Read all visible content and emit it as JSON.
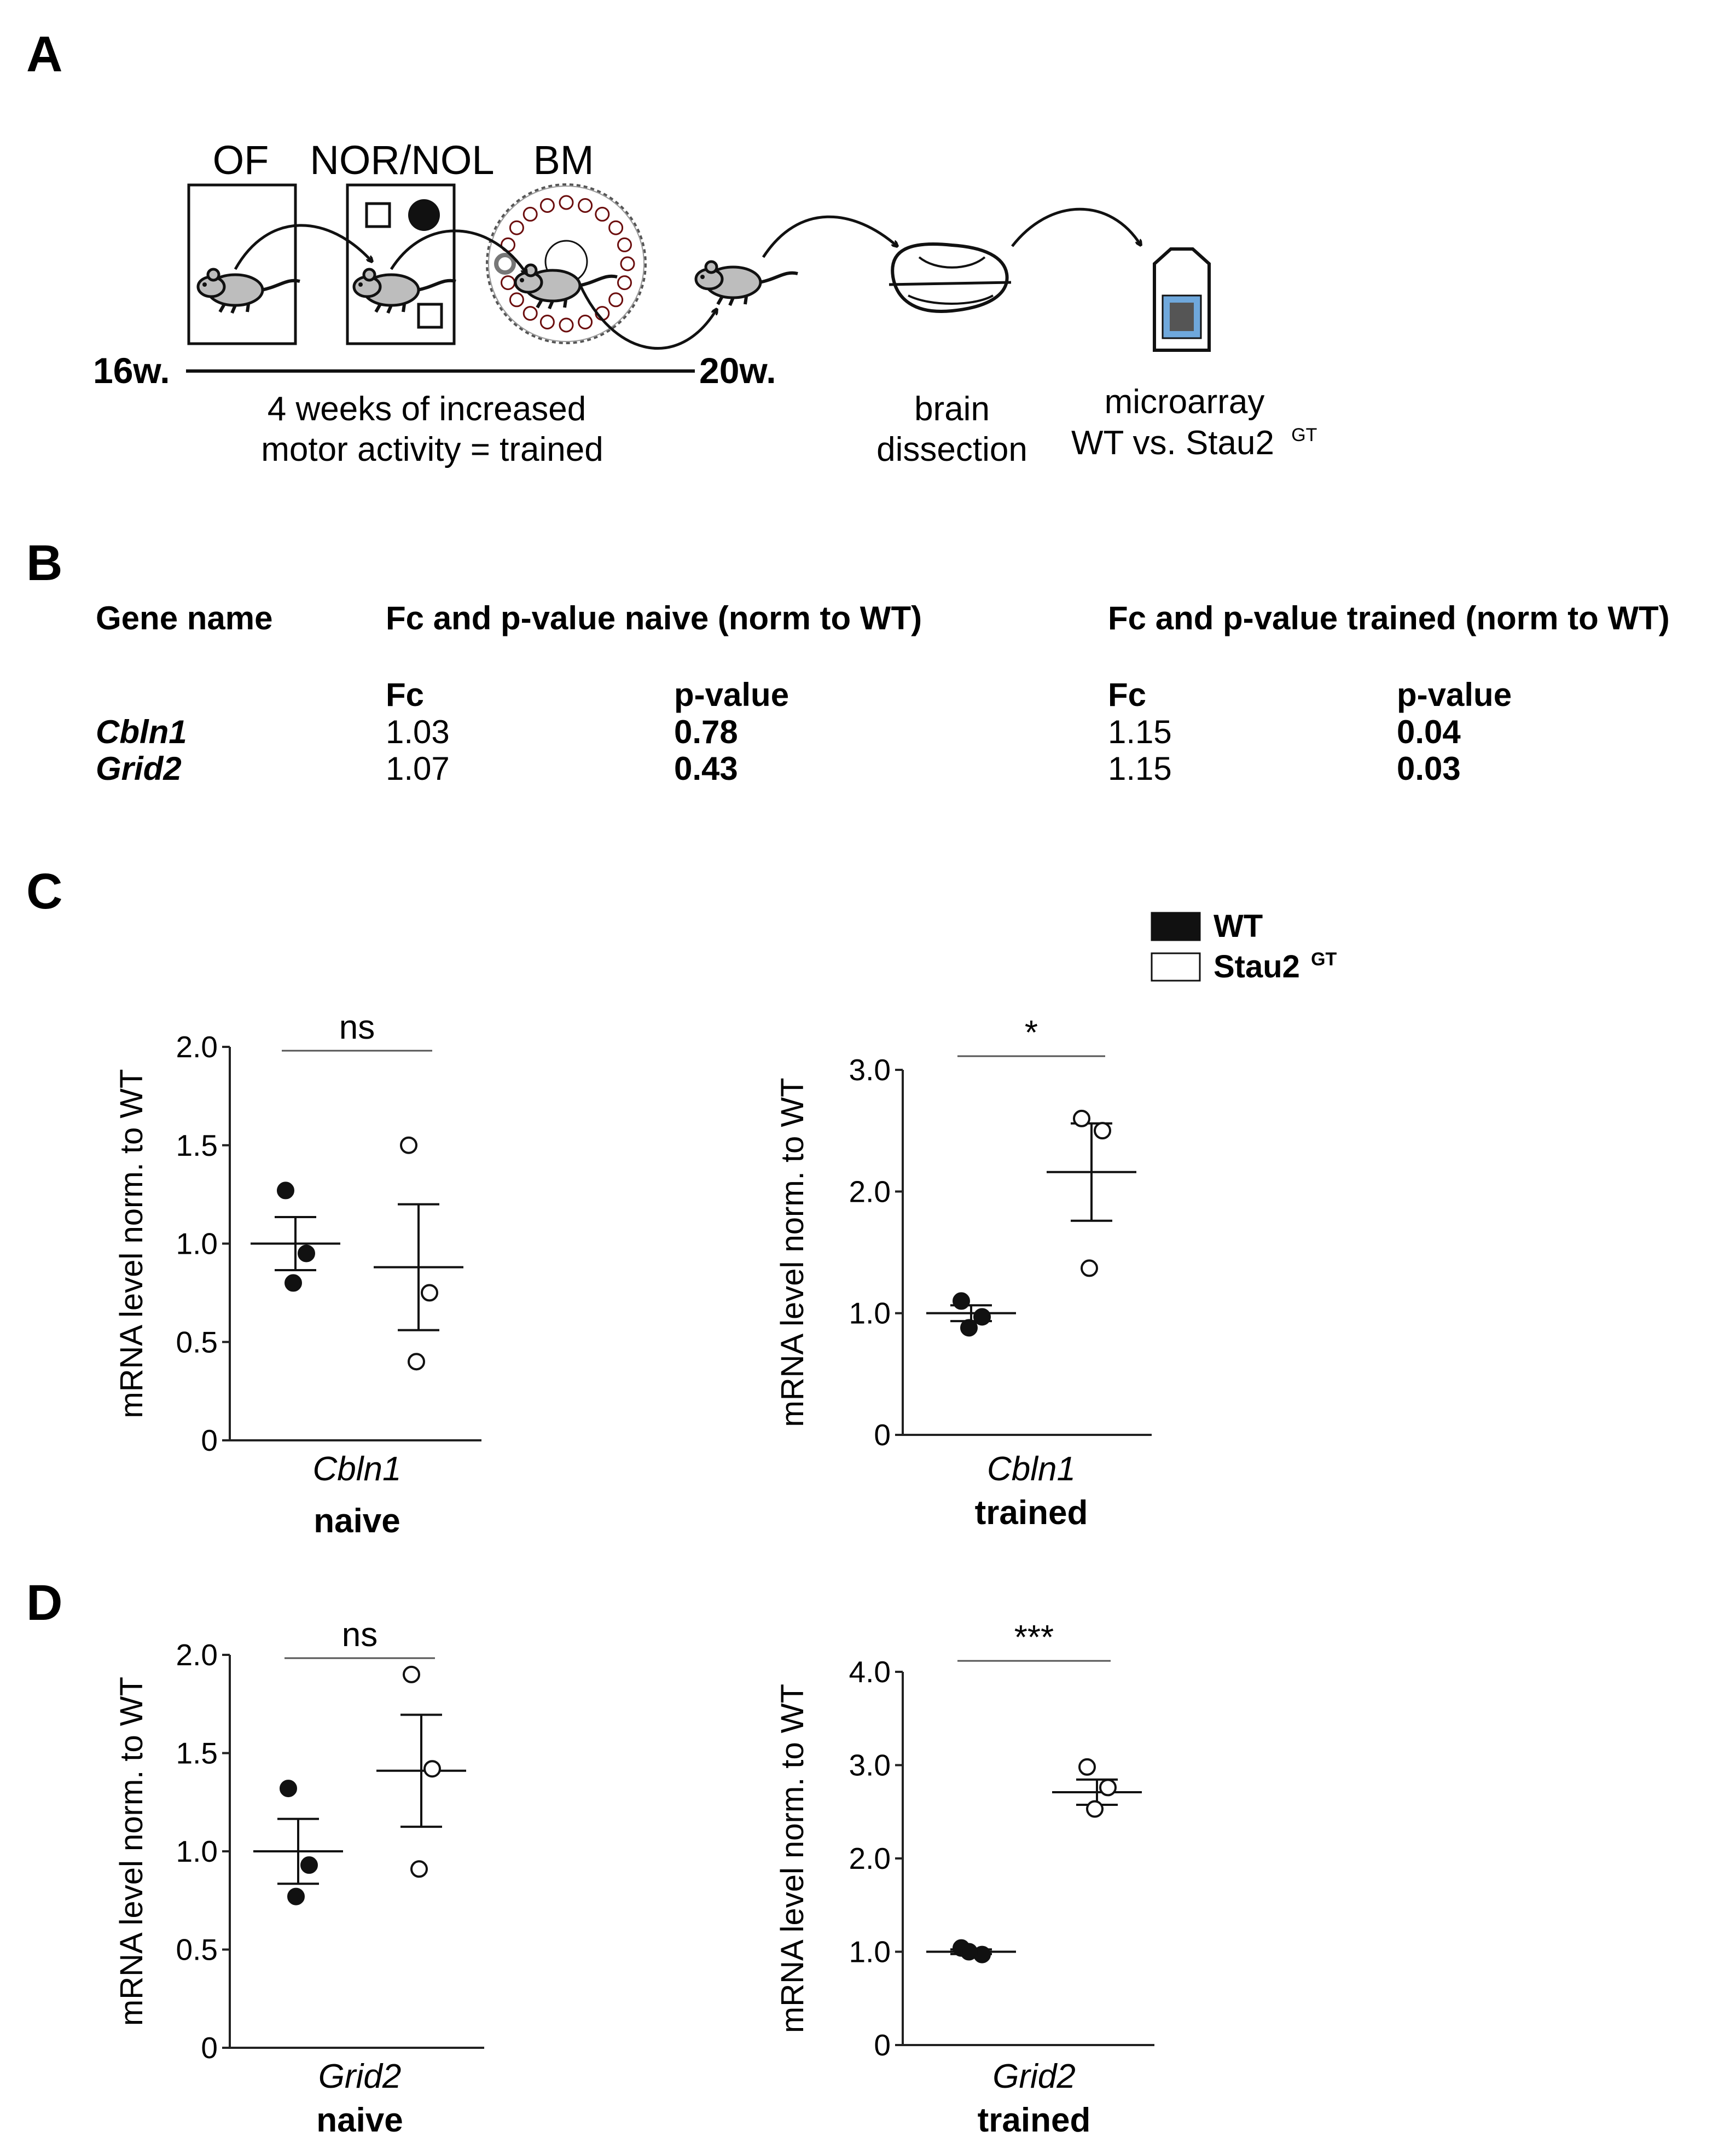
{
  "panels": {
    "a": "A",
    "b": "B",
    "c": "C",
    "d": "D"
  },
  "schematic": {
    "labels": [
      "OF",
      "NOR/NOL",
      "BM"
    ],
    "start_week": "16w.",
    "end_week": "20w.",
    "training_line1": "4 weeks of increased",
    "training_line2": "motor activity = trained",
    "brain_line1": "brain",
    "brain_line2": "dissection",
    "array_line1": "microarray",
    "array_line2": "WT vs. Stau2",
    "array_sup": "GT"
  },
  "table": {
    "col_gene": "Gene name",
    "group_naive": "Fc and p-value naive (norm to WT)",
    "group_trained": "Fc and p-value trained (norm to WT)",
    "sub_fc": "Fc",
    "sub_p": "p-value",
    "rows": [
      {
        "gene": "Cbln1",
        "fc_naive": "1.03",
        "p_naive": "0.78",
        "fc_trained": "1.15",
        "p_trained": "0.04"
      },
      {
        "gene": "Grid2",
        "fc_naive": "1.07",
        "p_naive": "0.43",
        "fc_trained": "1.15",
        "p_trained": "0.03"
      }
    ]
  },
  "legend": {
    "wt": "WT",
    "stau2": "Stau2",
    "stau2_sup": "GT"
  },
  "colors": {
    "wt_fill": "#111111",
    "stau2_fill": "#ffffff",
    "axis": "#222222",
    "mouse": "#bdbdbd"
  },
  "chart_data": [
    {
      "id": "c-naive",
      "type": "scatter",
      "ylabel": "mRNA level norm. to WT",
      "gene": "Cbln1",
      "condition": "naive",
      "ylim": [
        0,
        2.0
      ],
      "yticks": [
        "0",
        "0.5",
        "1.0",
        "1.5",
        "2.0"
      ],
      "ytick_values": [
        0,
        0.5,
        1.0,
        1.5,
        2.0
      ],
      "significance": "ns",
      "groups": [
        {
          "name": "WT",
          "points": [
            1.27,
            0.95,
            0.8
          ],
          "mean": 1.0,
          "sem": 0.135
        },
        {
          "name": "Stau2GT",
          "points": [
            1.5,
            0.75,
            0.4
          ],
          "mean": 0.88,
          "sem": 0.32
        }
      ]
    },
    {
      "id": "c-trained",
      "type": "scatter",
      "ylabel": "mRNA level norm. to WT",
      "gene": "Cbln1",
      "condition": "trained",
      "ylim": [
        0,
        3.0
      ],
      "yticks": [
        "0",
        "1.0",
        "2.0",
        "3.0"
      ],
      "ytick_values": [
        0,
        1.0,
        2.0,
        3.0
      ],
      "significance": "*",
      "groups": [
        {
          "name": "WT",
          "points": [
            1.1,
            0.97,
            0.88
          ],
          "mean": 1.0,
          "sem": 0.065
        },
        {
          "name": "Stau2GT",
          "points": [
            2.6,
            2.5,
            1.37
          ],
          "mean": 2.16,
          "sem": 0.4
        }
      ]
    },
    {
      "id": "d-naive",
      "type": "scatter",
      "ylabel": "mRNA level norm. to WT",
      "gene": "Grid2",
      "condition": "naive",
      "ylim": [
        0,
        2.0
      ],
      "yticks": [
        "0",
        "0.5",
        "1.0",
        "1.5",
        "2.0"
      ],
      "ytick_values": [
        0,
        0.5,
        1.0,
        1.5,
        2.0
      ],
      "significance": "ns",
      "groups": [
        {
          "name": "WT",
          "points": [
            1.32,
            0.93,
            0.77
          ],
          "mean": 1.0,
          "sem": 0.165
        },
        {
          "name": "Stau2GT",
          "points": [
            1.9,
            1.42,
            0.91
          ],
          "mean": 1.41,
          "sem": 0.285
        }
      ]
    },
    {
      "id": "d-trained",
      "type": "scatter",
      "ylabel": "mRNA level norm. to WT",
      "gene": "Grid2",
      "condition": "trained",
      "ylim": [
        0,
        4.0
      ],
      "yticks": [
        "0",
        "1.0",
        "2.0",
        "3.0",
        "4.0"
      ],
      "ytick_values": [
        0,
        1.0,
        2.0,
        3.0,
        4.0
      ],
      "significance": "***",
      "groups": [
        {
          "name": "WT",
          "points": [
            1.04,
            0.97,
            1.0
          ],
          "mean": 1.0,
          "sem": 0.025
        },
        {
          "name": "Stau2GT",
          "points": [
            2.98,
            2.76,
            2.53
          ],
          "mean": 2.71,
          "sem": 0.135
        }
      ]
    }
  ]
}
